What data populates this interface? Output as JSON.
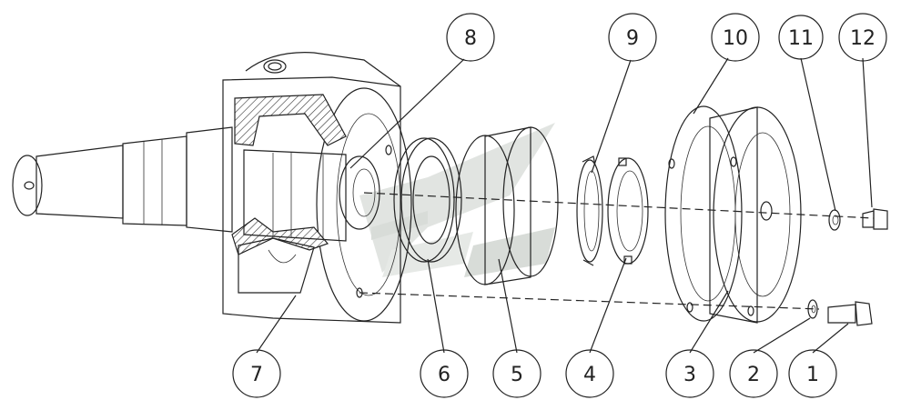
{
  "callouts": [
    {
      "label": "1"
    },
    {
      "label": "2"
    },
    {
      "label": "3"
    },
    {
      "label": "4"
    },
    {
      "label": "5"
    },
    {
      "label": "6"
    },
    {
      "label": "7"
    },
    {
      "label": "8"
    },
    {
      "label": "9"
    },
    {
      "label": "10"
    },
    {
      "label": "11"
    },
    {
      "label": "12"
    }
  ],
  "watermark_color": "#c9cfc9",
  "line_color": "#222222"
}
